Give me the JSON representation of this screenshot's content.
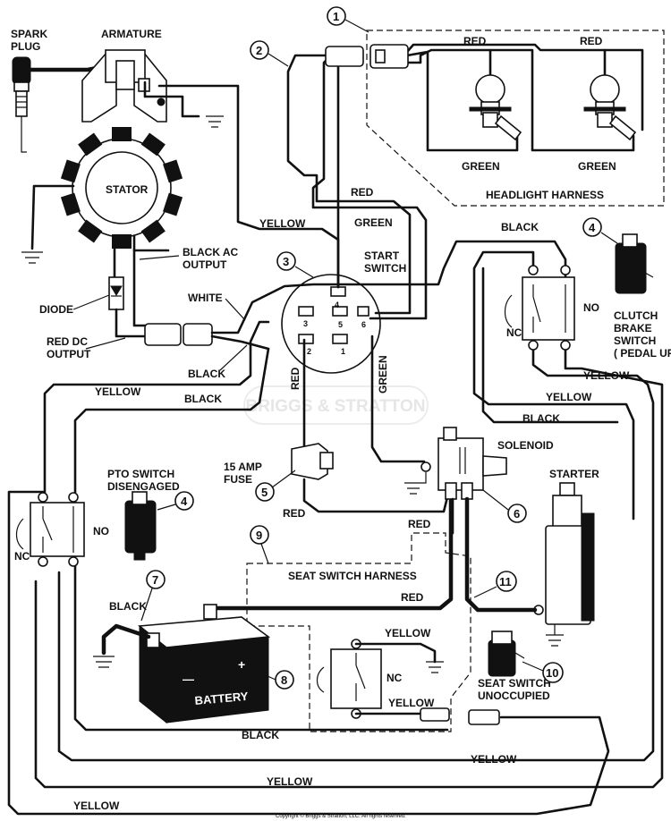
{
  "components": {
    "spark_plug": "SPARK\nPLUG",
    "armature": "ARMATURE",
    "stator": "STATOR",
    "diode": "DIODE",
    "red_dc_output": "RED DC\nOUTPUT",
    "black_ac_output": "BLACK AC\nOUTPUT",
    "start_switch": "START\nSWITCH",
    "headlight_harness": "HEADLIGHT HARNESS",
    "clutch_brake_switch": "CLUTCH\nBRAKE\nSWITCH\n( PEDAL UP )",
    "solenoid": "SOLENOID",
    "fuse": "15 AMP\nFUSE",
    "pto_switch": "PTO SWITCH\nDISENGAGED",
    "starter": "STARTER",
    "seat_switch_harness": "SEAT SWITCH HARNESS",
    "battery": "BATTERY",
    "seat_switch": "SEAT SWITCH\nUNOCCUPIED"
  },
  "wire_labels": {
    "red": "RED",
    "green": "GREEN",
    "yellow": "YELLOW",
    "black": "BLACK",
    "white": "WHITE"
  },
  "switch_labels": {
    "nc": "NC",
    "no": "NO"
  },
  "terminals": [
    "4",
    "3",
    "5",
    "6",
    "2",
    "1"
  ],
  "battery_signs": {
    "plus": "+",
    "minus": "—"
  },
  "callouts": [
    "1",
    "2",
    "3",
    "4",
    "5",
    "6",
    "7",
    "8",
    "9",
    "10",
    "11"
  ],
  "watermark": "BRIGGS & STRATTON",
  "copyright": "Copyright © Briggs & Stratton, LLC. All rights reserved."
}
